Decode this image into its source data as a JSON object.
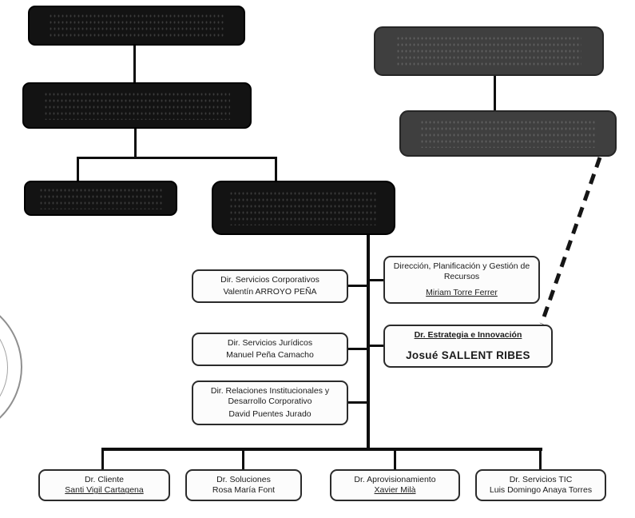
{
  "colors": {
    "line": "#0e0e0e",
    "dark_box": "#131313",
    "gray_box": "#3f3f3f",
    "node_background": "#fcfcfc",
    "node_border": "#2b2b2b"
  },
  "nodes": {
    "corporativos": {
      "title": "Dir. Servicios Corporativos",
      "name": "Valentín ARROYO PEÑA"
    },
    "planificacion": {
      "title": "Dirección, Planificación y Gestión de Recursos",
      "name": "Miriam Torre Ferrer"
    },
    "juridicos": {
      "title": "Dir. Servicios Jurídicos",
      "name": "Manuel Peña Camacho"
    },
    "estrategia": {
      "title": "Dr. Estrategia e Innovación",
      "name": "Josué SALLENT RIBES"
    },
    "relaciones": {
      "title": "Dir. Relaciones Institucionales y Desarrollo Corporativo",
      "name": "David Puentes Jurado"
    },
    "cliente": {
      "title": "Dr. Cliente",
      "name": "Santi Vigil Cartagena"
    },
    "soluciones": {
      "title": "Dr. Soluciones",
      "name": "Rosa María Font"
    },
    "aprovisionamiento": {
      "title": "Dr. Aprovisionamiento",
      "name": "Xavier Milà"
    },
    "servicios_tic": {
      "title": "Dr. Servicios TIC",
      "name": "Luis Domingo Anaya Torres"
    }
  }
}
